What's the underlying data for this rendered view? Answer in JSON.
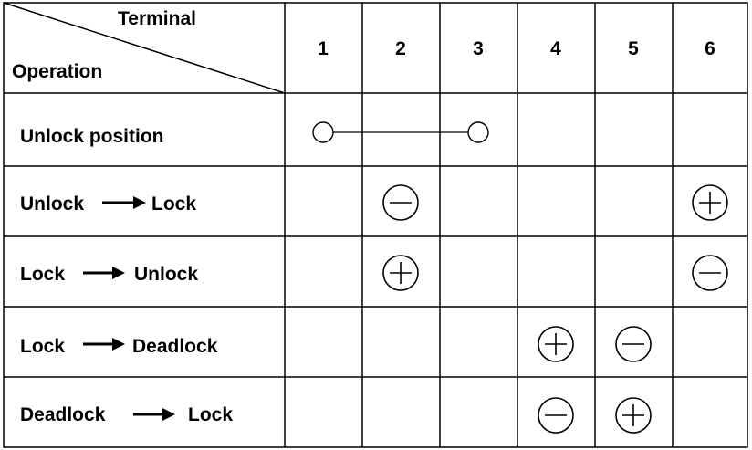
{
  "header": {
    "terminal_label": "Terminal",
    "operation_label": "Operation",
    "terminals": [
      "1",
      "2",
      "3",
      "4",
      "5",
      "6"
    ]
  },
  "rows": [
    {
      "label_before": "Unlock position",
      "label_after": "",
      "arrow": false,
      "cells": [
        "",
        "",
        "",
        "",
        "",
        ""
      ],
      "connection": {
        "from": 1,
        "to": 3
      }
    },
    {
      "label_before": "Unlock",
      "label_after": "Lock",
      "arrow": true,
      "cells": [
        "",
        "minus",
        "",
        "",
        "",
        "plus"
      ]
    },
    {
      "label_before": "Lock",
      "label_after": "Unlock",
      "arrow": true,
      "cells": [
        "",
        "plus",
        "",
        "",
        "",
        "minus"
      ]
    },
    {
      "label_before": "Lock",
      "label_after": "Deadlock",
      "arrow": true,
      "cells": [
        "",
        "",
        "",
        "plus",
        "minus",
        ""
      ]
    },
    {
      "label_before": "Deadlock",
      "label_after": "Lock",
      "arrow": true,
      "cells": [
        "",
        "",
        "",
        "minus",
        "plus",
        ""
      ]
    }
  ]
}
